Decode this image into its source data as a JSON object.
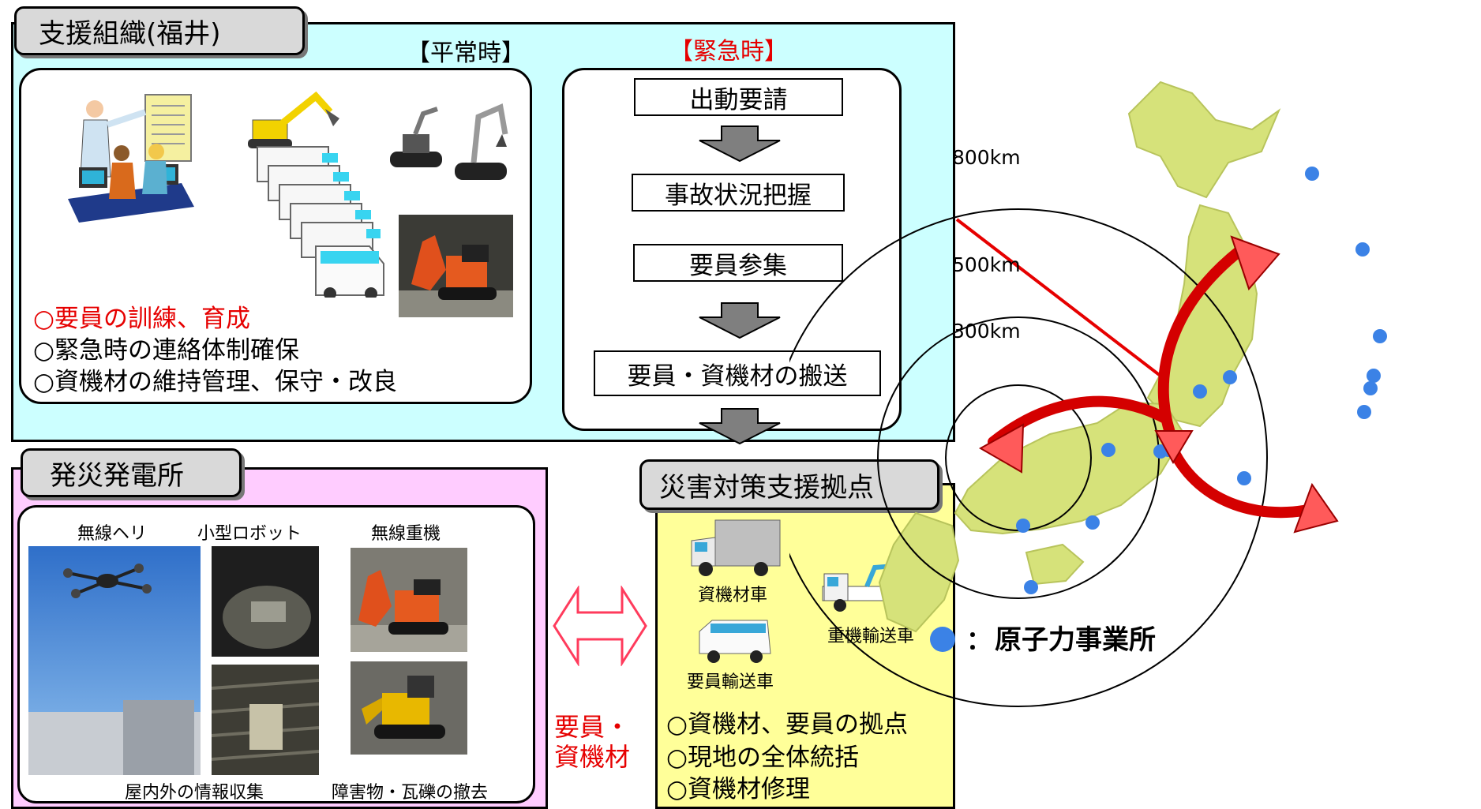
{
  "support_org": {
    "title": "支援組織(福井)",
    "normal_label": "【平常時】",
    "emergency_label": "【緊急時】",
    "normal_items": [
      "○要員の訓練、育成",
      "○緊急時の連絡体制確保",
      "○資機材の維持管理、保守・改良"
    ],
    "emergency_steps": [
      "出動要請",
      "事故状況把握",
      "要員参集",
      "要員・資機材の搬送"
    ]
  },
  "plant": {
    "title": "発災発電所",
    "captions": {
      "drone": "無線ヘリ",
      "robot": "小型ロボット",
      "heavy": "無線重機",
      "info": "屋内外の情報収集",
      "debris": "障害物・瓦礫の撤去"
    }
  },
  "exchange_label": "要員・\n資機材",
  "base": {
    "title": "災害対策支援拠点",
    "vehicles": {
      "truck": "資機材車",
      "van": "要員輸送車",
      "carrier": "重機輸送車"
    },
    "items": [
      "○資機材、要員の拠点",
      "○現地の全体統括",
      "○資機材修理"
    ]
  },
  "map": {
    "radii": [
      "800km",
      "500km",
      "300km"
    ],
    "legend_symbol": "：",
    "legend_text": "原子力事業所"
  },
  "colors": {
    "support_bg": "#ccffff",
    "plant_bg": "#ffccff",
    "base_bg": "#ffff99",
    "red": "#e60000",
    "map_land": "#d6e27a",
    "site_dot": "#3b82e6"
  }
}
